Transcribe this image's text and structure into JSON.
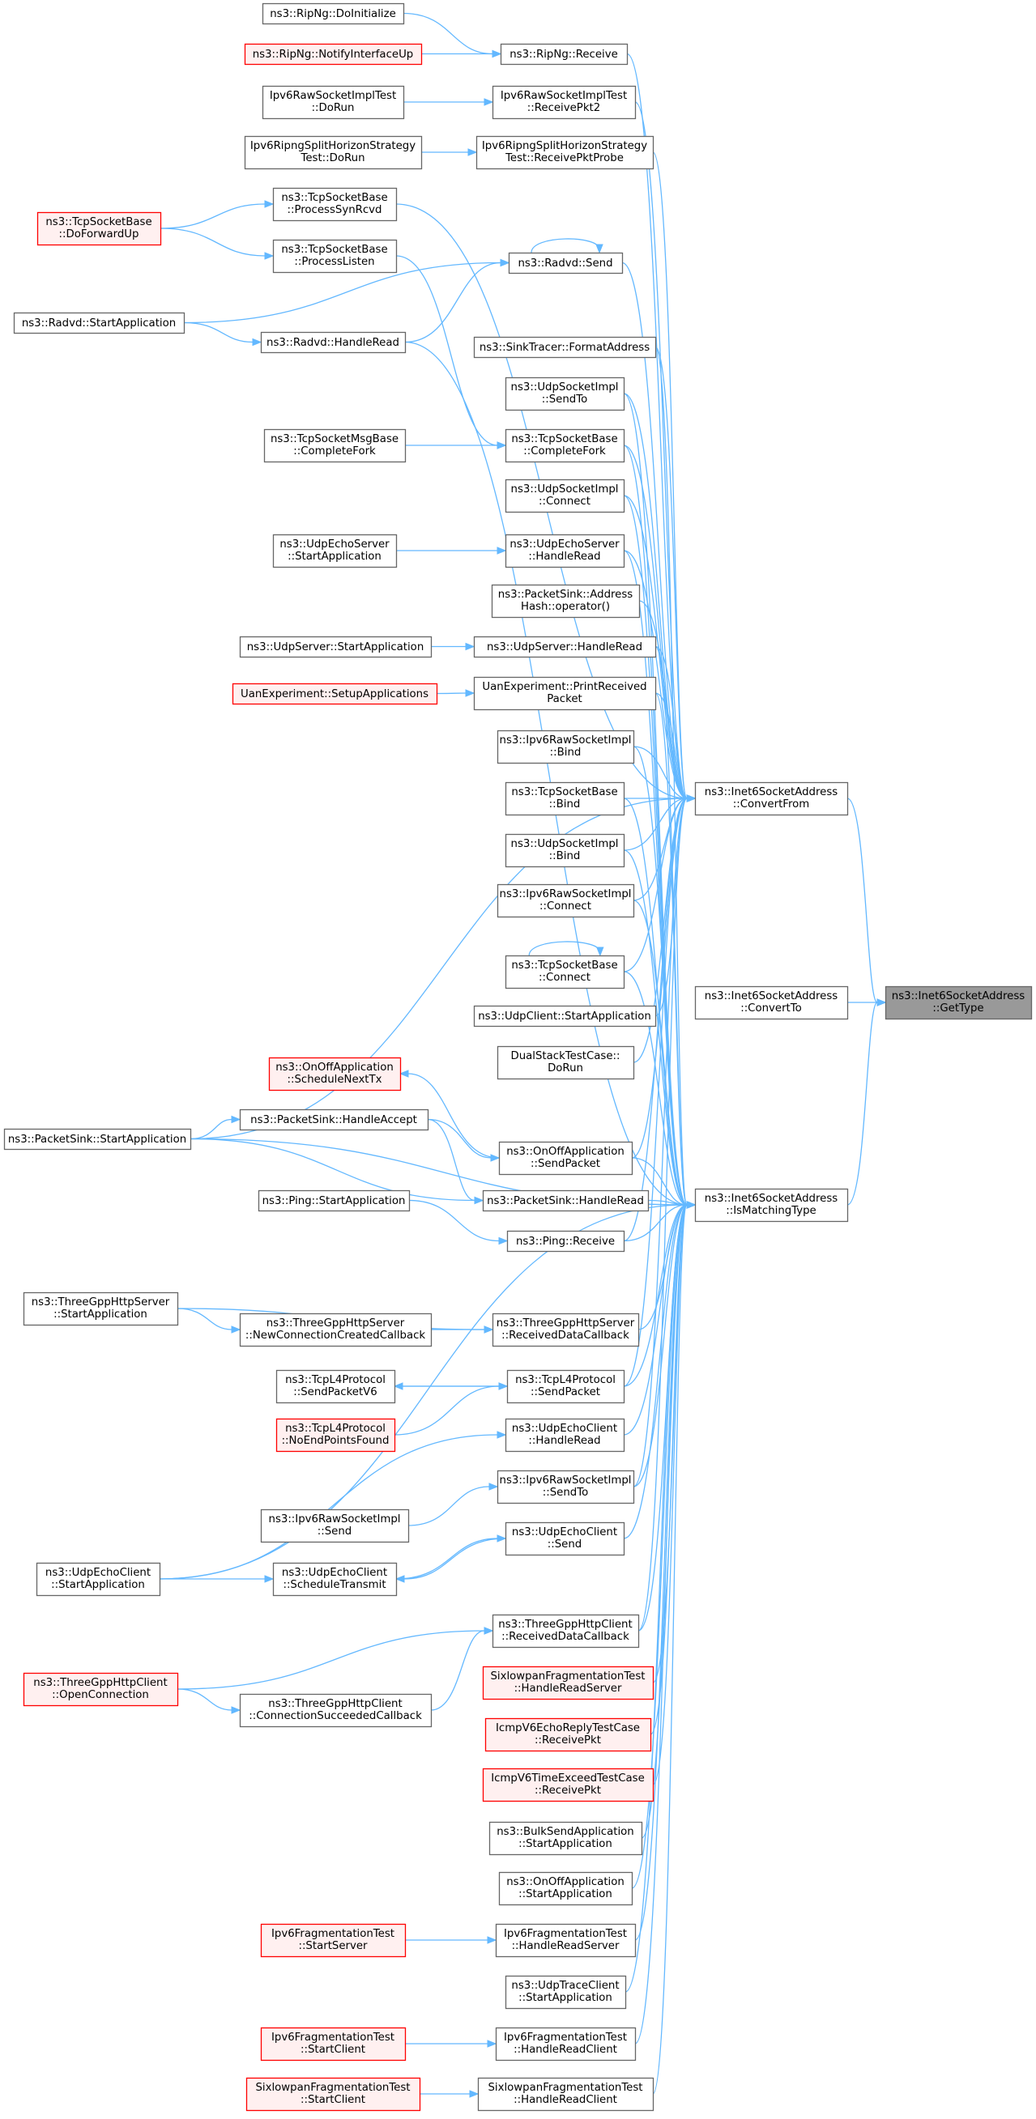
{
  "graph": {
    "styles": {
      "normal": {
        "fill": "#ffffff",
        "stroke": "#666666"
      },
      "truncated": {
        "fill": "#fff0f0",
        "stroke": "#ff0000"
      },
      "root": {
        "fill": "#999999",
        "stroke": "#666666"
      },
      "edge": "#63b8ff"
    },
    "nodes": [
      {
        "id": "gettype",
        "style": "root",
        "lines": [
          "ns3::Inet6SocketAddress",
          "::GetType"
        ]
      },
      {
        "id": "convertfrom",
        "style": "normal",
        "lines": [
          "ns3::Inet6SocketAddress",
          "::ConvertFrom"
        ]
      },
      {
        "id": "convertto",
        "style": "normal",
        "lines": [
          "ns3::Inet6SocketAddress",
          "::ConvertTo"
        ]
      },
      {
        "id": "ismatching",
        "style": "normal",
        "lines": [
          "ns3::Inet6SocketAddress",
          "::IsMatchingType"
        ]
      },
      {
        "id": "ripng_doinit",
        "style": "normal",
        "lines": [
          "ns3::RipNg::DoInitialize"
        ]
      },
      {
        "id": "ripng_notify",
        "style": "truncated",
        "lines": [
          "ns3::RipNg::NotifyInterfaceUp"
        ]
      },
      {
        "id": "ripng_receive",
        "style": "normal",
        "lines": [
          "ns3::RipNg::Receive"
        ]
      },
      {
        "id": "ipv6raw_test_dorun",
        "style": "normal",
        "lines": [
          "Ipv6RawSocketImplTest",
          "::DoRun"
        ]
      },
      {
        "id": "ipv6raw_test_recv2",
        "style": "normal",
        "lines": [
          "Ipv6RawSocketImplTest",
          "::ReceivePkt2"
        ]
      },
      {
        "id": "ripngsplit_dorun",
        "style": "normal",
        "lines": [
          "Ipv6RipngSplitHorizonStrategy",
          "Test::DoRun"
        ]
      },
      {
        "id": "ripngsplit_probe",
        "style": "normal",
        "lines": [
          "Ipv6RipngSplitHorizonStrategy",
          "Test::ReceivePktProbe"
        ]
      },
      {
        "id": "tcpbase_forwardup",
        "style": "truncated",
        "lines": [
          "ns3::TcpSocketBase",
          "::DoForwardUp"
        ]
      },
      {
        "id": "tcpbase_synrcvd",
        "style": "normal",
        "lines": [
          "ns3::TcpSocketBase",
          "::ProcessSynRcvd"
        ]
      },
      {
        "id": "tcpbase_listen",
        "style": "normal",
        "lines": [
          "ns3::TcpSocketBase",
          "::ProcessListen"
        ]
      },
      {
        "id": "radvd_send",
        "style": "normal",
        "lines": [
          "ns3::Radvd::Send"
        ]
      },
      {
        "id": "radvd_start",
        "style": "normal",
        "lines": [
          "ns3::Radvd::StartApplication"
        ]
      },
      {
        "id": "radvd_handleread",
        "style": "normal",
        "lines": [
          "ns3::Radvd::HandleRead"
        ]
      },
      {
        "id": "sinktracer",
        "style": "normal",
        "lines": [
          "ns3::SinkTracer::FormatAddress"
        ]
      },
      {
        "id": "udpimpl_sendto",
        "style": "normal",
        "lines": [
          "ns3::UdpSocketImpl",
          "::SendTo"
        ]
      },
      {
        "id": "tcpmsg_fork",
        "style": "normal",
        "lines": [
          "ns3::TcpSocketMsgBase",
          "::CompleteFork"
        ]
      },
      {
        "id": "tcpbase_fork",
        "style": "normal",
        "lines": [
          "ns3::TcpSocketBase",
          "::CompleteFork"
        ]
      },
      {
        "id": "udpimpl_connect",
        "style": "normal",
        "lines": [
          "ns3::UdpSocketImpl",
          "::Connect"
        ]
      },
      {
        "id": "echoserver_start",
        "style": "normal",
        "lines": [
          "ns3::UdpEchoServer",
          "::StartApplication"
        ]
      },
      {
        "id": "echoserver_read",
        "style": "normal",
        "lines": [
          "ns3::UdpEchoServer",
          "::HandleRead"
        ]
      },
      {
        "id": "packetsink_hash",
        "style": "normal",
        "lines": [
          "ns3::PacketSink::Address",
          "Hash::operator()"
        ]
      },
      {
        "id": "udpserver_start",
        "style": "normal",
        "lines": [
          "ns3::UdpServer::StartApplication"
        ]
      },
      {
        "id": "udpserver_read",
        "style": "normal",
        "lines": [
          "ns3::UdpServer::HandleRead"
        ]
      },
      {
        "id": "uan_setup",
        "style": "truncated",
        "lines": [
          "UanExperiment::SetupApplications"
        ]
      },
      {
        "id": "uan_print",
        "style": "normal",
        "lines": [
          "UanExperiment::PrintReceived",
          "Packet"
        ]
      },
      {
        "id": "ipv6raw_bind",
        "style": "normal",
        "lines": [
          "ns3::Ipv6RawSocketImpl",
          "::Bind"
        ]
      },
      {
        "id": "tcpbase_bind",
        "style": "normal",
        "lines": [
          "ns3::TcpSocketBase",
          "::Bind"
        ]
      },
      {
        "id": "udpimpl_bind",
        "style": "normal",
        "lines": [
          "ns3::UdpSocketImpl",
          "::Bind"
        ]
      },
      {
        "id": "ipv6raw_connect",
        "style": "normal",
        "lines": [
          "ns3::Ipv6RawSocketImpl",
          "::Connect"
        ]
      },
      {
        "id": "tcpbase_connect",
        "style": "normal",
        "lines": [
          "ns3::TcpSocketBase",
          "::Connect"
        ]
      },
      {
        "id": "udpclient_start",
        "style": "normal",
        "lines": [
          "ns3::UdpClient::StartApplication"
        ]
      },
      {
        "id": "dualstack",
        "style": "normal",
        "lines": [
          "DualStackTestCase::",
          "DoRun"
        ]
      },
      {
        "id": "onoff_next",
        "style": "truncated",
        "lines": [
          "ns3::OnOffApplication",
          "::ScheduleNextTx"
        ]
      },
      {
        "id": "packetsink_accept",
        "style": "normal",
        "lines": [
          "ns3::PacketSink::HandleAccept"
        ]
      },
      {
        "id": "packetsink_start",
        "style": "normal",
        "lines": [
          "ns3::PacketSink::StartApplication"
        ]
      },
      {
        "id": "onoff_send",
        "style": "normal",
        "lines": [
          "ns3::OnOffApplication",
          "::SendPacket"
        ]
      },
      {
        "id": "packetsink_read",
        "style": "normal",
        "lines": [
          "ns3::PacketSink::HandleRead"
        ]
      },
      {
        "id": "ping_start",
        "style": "normal",
        "lines": [
          "ns3::Ping::StartApplication"
        ]
      },
      {
        "id": "ping_receive",
        "style": "normal",
        "lines": [
          "ns3::Ping::Receive"
        ]
      },
      {
        "id": "http_server_start",
        "style": "normal",
        "lines": [
          "ns3::ThreeGppHttpServer",
          "::StartApplication"
        ]
      },
      {
        "id": "http_server_newconn",
        "style": "normal",
        "lines": [
          "ns3::ThreeGppHttpServer",
          "::NewConnectionCreatedCallback"
        ]
      },
      {
        "id": "http_server_recv",
        "style": "normal",
        "lines": [
          "ns3::ThreeGppHttpServer",
          "::ReceivedDataCallback"
        ]
      },
      {
        "id": "tcpl4_sendv6",
        "style": "normal",
        "lines": [
          "ns3::TcpL4Protocol",
          "::SendPacketV6"
        ]
      },
      {
        "id": "tcpl4_send",
        "style": "normal",
        "lines": [
          "ns3::TcpL4Protocol",
          "::SendPacket"
        ]
      },
      {
        "id": "tcpl4_noend",
        "style": "truncated",
        "lines": [
          "ns3::TcpL4Protocol",
          "::NoEndPointsFound"
        ]
      },
      {
        "id": "echoclient_read",
        "style": "normal",
        "lines": [
          "ns3::UdpEchoClient",
          "::HandleRead"
        ]
      },
      {
        "id": "ipv6raw_sendto",
        "style": "normal",
        "lines": [
          "ns3::Ipv6RawSocketImpl",
          "::SendTo"
        ]
      },
      {
        "id": "ipv6raw_send",
        "style": "normal",
        "lines": [
          "ns3::Ipv6RawSocketImpl",
          "::Send"
        ]
      },
      {
        "id": "echoclient_send",
        "style": "normal",
        "lines": [
          "ns3::UdpEchoClient",
          "::Send"
        ]
      },
      {
        "id": "echoclient_start",
        "style": "normal",
        "lines": [
          "ns3::UdpEchoClient",
          "::StartApplication"
        ]
      },
      {
        "id": "echoclient_sched",
        "style": "normal",
        "lines": [
          "ns3::UdpEchoClient",
          "::ScheduleTransmit"
        ]
      },
      {
        "id": "http_client_recv",
        "style": "normal",
        "lines": [
          "ns3::ThreeGppHttpClient",
          "::ReceivedDataCallback"
        ]
      },
      {
        "id": "http_client_open",
        "style": "truncated",
        "lines": [
          "ns3::ThreeGppHttpClient",
          "::OpenConnection"
        ]
      },
      {
        "id": "http_client_succ",
        "style": "normal",
        "lines": [
          "ns3::ThreeGppHttpClient",
          "::ConnectionSucceededCallback"
        ]
      },
      {
        "id": "sixlowpan_server",
        "style": "truncated",
        "lines": [
          "SixlowpanFragmentationTest",
          "::HandleReadServer"
        ]
      },
      {
        "id": "icmp_echo",
        "style": "truncated",
        "lines": [
          "IcmpV6EchoReplyTestCase",
          "::ReceivePkt"
        ]
      },
      {
        "id": "icmp_time",
        "style": "truncated",
        "lines": [
          "IcmpV6TimeExceedTestCase",
          "::ReceivePkt"
        ]
      },
      {
        "id": "bulksend_start",
        "style": "normal",
        "lines": [
          "ns3::BulkSendApplication",
          "::StartApplication"
        ]
      },
      {
        "id": "onoff_start",
        "style": "normal",
        "lines": [
          "ns3::OnOffApplication",
          "::StartApplication"
        ]
      },
      {
        "id": "ipv6frag_startserver",
        "style": "truncated",
        "lines": [
          "Ipv6FragmentationTest",
          "::StartServer"
        ]
      },
      {
        "id": "ipv6frag_readserver",
        "style": "normal",
        "lines": [
          "Ipv6FragmentationTest",
          "::HandleReadServer"
        ]
      },
      {
        "id": "udptrace_start",
        "style": "normal",
        "lines": [
          "ns3::UdpTraceClient",
          "::StartApplication"
        ]
      },
      {
        "id": "ipv6frag_startclient",
        "style": "truncated",
        "lines": [
          "Ipv6FragmentationTest",
          "::StartClient"
        ]
      },
      {
        "id": "ipv6frag_readclient",
        "style": "normal",
        "lines": [
          "Ipv6FragmentationTest",
          "::HandleReadClient"
        ]
      },
      {
        "id": "sixlowpan_startclient",
        "style": "truncated",
        "lines": [
          "SixlowpanFragmentationTest",
          "::StartClient"
        ]
      },
      {
        "id": "sixlowpan_readclient",
        "style": "normal",
        "lines": [
          "SixlowpanFragmentationTest",
          "::HandleReadClient"
        ]
      }
    ],
    "edges": [
      [
        "convertfrom",
        "gettype"
      ],
      [
        "convertto",
        "gettype"
      ],
      [
        "ismatching",
        "gettype"
      ],
      [
        "ripng_receive",
        "convertfrom"
      ],
      [
        "ripng_doinit",
        "ripng_receive"
      ],
      [
        "ripng_notify",
        "ripng_receive"
      ],
      [
        "ipv6raw_test_recv2",
        "convertfrom"
      ],
      [
        "ipv6raw_test_dorun",
        "ipv6raw_test_recv2"
      ],
      [
        "ripngsplit_probe",
        "convertfrom"
      ],
      [
        "ripngsplit_dorun",
        "ripngsplit_probe"
      ],
      [
        "tcpbase_synrcvd",
        "convertfrom"
      ],
      [
        "tcpbase_forwardup",
        "tcpbase_synrcvd"
      ],
      [
        "tcpbase_forwardup",
        "tcpbase_listen"
      ],
      [
        "tcpbase_listen",
        "tcpbase_fork"
      ],
      [
        "radvd_send",
        "convertfrom"
      ],
      [
        "radvd_send",
        "radvd_send"
      ],
      [
        "radvd_start",
        "radvd_send"
      ],
      [
        "radvd_handleread",
        "radvd_send"
      ],
      [
        "radvd_start",
        "radvd_handleread"
      ],
      [
        "radvd_handleread",
        "ismatching"
      ],
      [
        "sinktracer",
        "convertfrom"
      ],
      [
        "sinktracer",
        "ismatching"
      ],
      [
        "udpimpl_sendto",
        "convertfrom"
      ],
      [
        "udpimpl_sendto",
        "ismatching"
      ],
      [
        "tcpbase_fork",
        "convertfrom"
      ],
      [
        "tcpbase_fork",
        "ismatching"
      ],
      [
        "tcpmsg_fork",
        "tcpbase_fork"
      ],
      [
        "udpimpl_connect",
        "convertfrom"
      ],
      [
        "udpimpl_connect",
        "ismatching"
      ],
      [
        "echoserver_read",
        "convertfrom"
      ],
      [
        "echoserver_read",
        "ismatching"
      ],
      [
        "echoserver_start",
        "echoserver_read"
      ],
      [
        "packetsink_hash",
        "convertfrom"
      ],
      [
        "udpserver_read",
        "convertfrom"
      ],
      [
        "udpserver_read",
        "ismatching"
      ],
      [
        "udpserver_start",
        "udpserver_read"
      ],
      [
        "uan_print",
        "convertfrom"
      ],
      [
        "uan_print",
        "ismatching"
      ],
      [
        "uan_setup",
        "uan_print"
      ],
      [
        "ipv6raw_bind",
        "convertfrom"
      ],
      [
        "ipv6raw_bind",
        "ismatching"
      ],
      [
        "tcpbase_bind",
        "convertfrom"
      ],
      [
        "tcpbase_bind",
        "ismatching"
      ],
      [
        "udpimpl_bind",
        "convertfrom"
      ],
      [
        "udpimpl_bind",
        "ismatching"
      ],
      [
        "ipv6raw_connect",
        "convertfrom"
      ],
      [
        "ipv6raw_connect",
        "ismatching"
      ],
      [
        "tcpbase_connect",
        "convertfrom"
      ],
      [
        "tcpbase_connect",
        "ismatching"
      ],
      [
        "tcpbase_connect",
        "tcpbase_connect"
      ],
      [
        "udpclient_start",
        "convertfrom"
      ],
      [
        "dualstack",
        "convertfrom"
      ],
      [
        "onoff_send",
        "convertfrom"
      ],
      [
        "onoff_send",
        "ismatching"
      ],
      [
        "onoff_send",
        "onoff_next"
      ],
      [
        "packetsink_accept",
        "onoff_send"
      ],
      [
        "packetsink_start",
        "packetsink_accept"
      ],
      [
        "packetsink_read",
        "ismatching"
      ],
      [
        "packetsink_accept",
        "packetsink_read"
      ],
      [
        "packetsink_start",
        "packetsink_read"
      ],
      [
        "packetsink_start",
        "convertfrom"
      ],
      [
        "packetsink_start",
        "ismatching"
      ],
      [
        "ping_receive",
        "convertfrom"
      ],
      [
        "ping_receive",
        "ismatching"
      ],
      [
        "ping_start",
        "ping_receive"
      ],
      [
        "http_server_recv",
        "ismatching"
      ],
      [
        "http_server_newconn",
        "http_server_recv"
      ],
      [
        "http_server_start",
        "http_server_newconn"
      ],
      [
        "http_server_start",
        "http_server_recv"
      ],
      [
        "tcpl4_send",
        "convertfrom"
      ],
      [
        "tcpl4_send",
        "ismatching"
      ],
      [
        "tcpl4_send",
        "tcpl4_sendv6"
      ],
      [
        "tcpl4_sendv6",
        "tcpl4_send"
      ],
      [
        "tcpl4_noend",
        "tcpl4_send"
      ],
      [
        "echoclient_read",
        "ismatching"
      ],
      [
        "echoclient_start",
        "echoclient_read"
      ],
      [
        "ipv6raw_sendto",
        "convertfrom"
      ],
      [
        "ipv6raw_sendto",
        "ismatching"
      ],
      [
        "ipv6raw_send",
        "ipv6raw_sendto"
      ],
      [
        "echoclient_send",
        "ismatching"
      ],
      [
        "echoclient_send",
        "echoclient_sched"
      ],
      [
        "echoclient_sched",
        "echoclient_send"
      ],
      [
        "echoclient_start",
        "echoclient_sched"
      ],
      [
        "echoclient_start",
        "ismatching"
      ],
      [
        "http_client_recv",
        "convertfrom"
      ],
      [
        "http_client_recv",
        "ismatching"
      ],
      [
        "http_client_open",
        "http_client_recv"
      ],
      [
        "http_client_succ",
        "http_client_recv"
      ],
      [
        "http_client_open",
        "http_client_succ"
      ],
      [
        "sixlowpan_server",
        "ismatching"
      ],
      [
        "icmp_echo",
        "ismatching"
      ],
      [
        "icmp_time",
        "ismatching"
      ],
      [
        "bulksend_start",
        "ismatching"
      ],
      [
        "onoff_start",
        "ismatching"
      ],
      [
        "ipv6frag_readserver",
        "ismatching"
      ],
      [
        "ipv6frag_startserver",
        "ipv6frag_readserver"
      ],
      [
        "udptrace_start",
        "ismatching"
      ],
      [
        "ipv6frag_readclient",
        "ismatching"
      ],
      [
        "ipv6frag_startclient",
        "ipv6frag_readclient"
      ],
      [
        "sixlowpan_readclient",
        "ismatching"
      ],
      [
        "sixlowpan_startclient",
        "sixlowpan_readclient"
      ]
    ]
  }
}
